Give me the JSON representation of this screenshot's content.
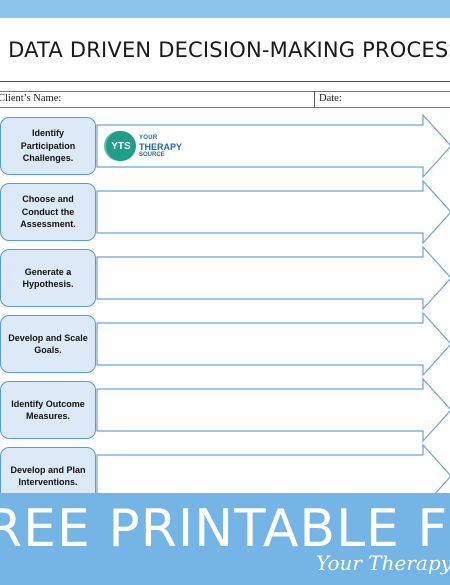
{
  "header": {
    "title": "DATA DRIVEN DECISION-MAKING PROCESS"
  },
  "form": {
    "client_label": "Client’s Name:",
    "date_label": "Date:"
  },
  "steps": [
    {
      "label": "Identify Participation Challenges."
    },
    {
      "label": "Choose and Conduct the Assessment."
    },
    {
      "label": "Generate a Hypothesis."
    },
    {
      "label": "Develop and Scale Goals."
    },
    {
      "label": "Identify Outcome Measures."
    },
    {
      "label": "Develop and Plan Interventions."
    }
  ],
  "logo": {
    "mark": "YTS",
    "line1": "YOUR",
    "line2": "THERAPY",
    "line3": "SOURCE"
  },
  "banner": {
    "headline": "REE PRINTABLE FORM",
    "signature": "Your Therapy Sou"
  },
  "colors": {
    "accent_blue": "#74b5e6",
    "box_fill": "#dceaf7",
    "box_border": "#5b9bd5"
  }
}
